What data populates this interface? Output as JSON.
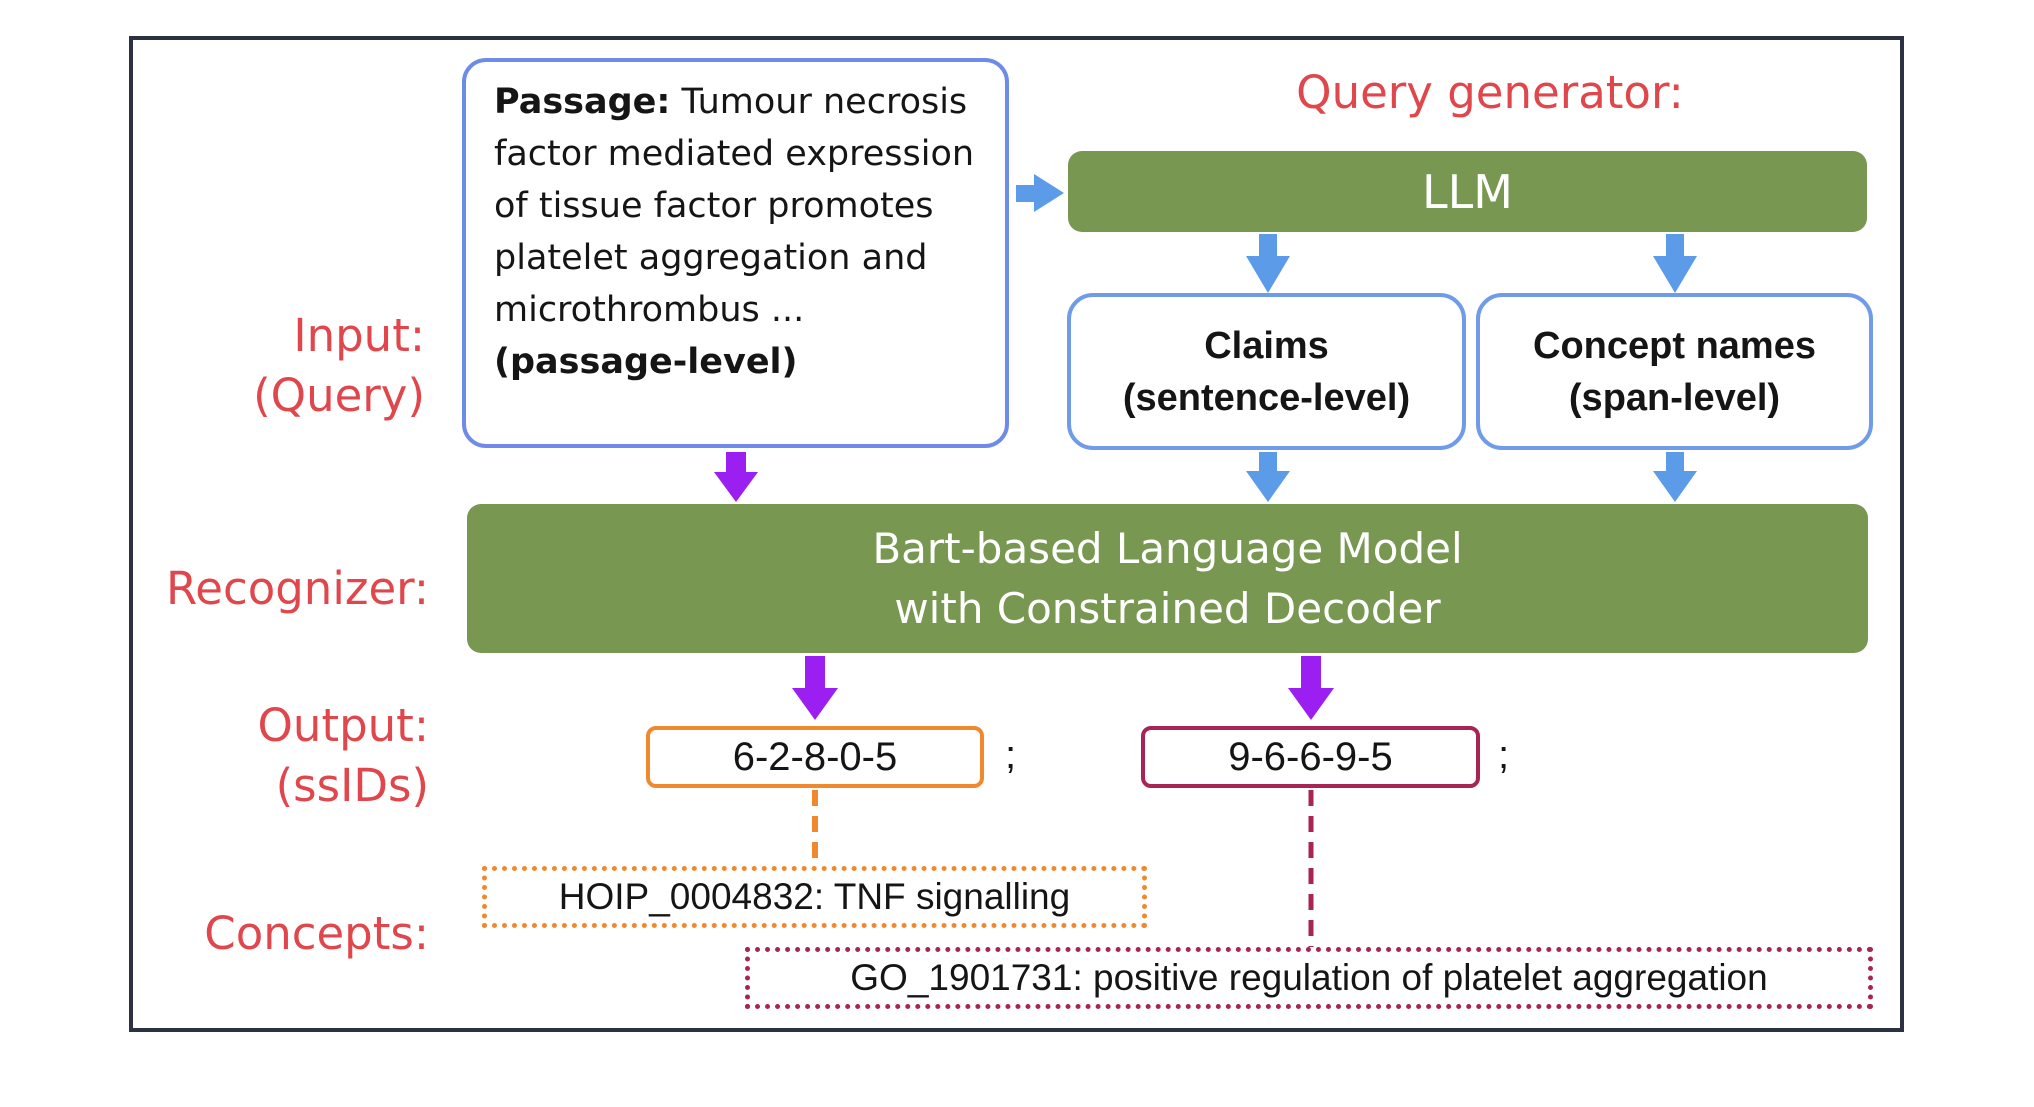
{
  "labels": {
    "input": "Input:",
    "input_sub": "(Query)",
    "recognizer": "Recognizer:",
    "output": "Output:",
    "output_sub": "(ssIDs)",
    "concepts": "Concepts:",
    "query_generator": "Query generator:"
  },
  "passage": {
    "heading": "Passage:",
    "text": " Tumour necrosis factor mediated expression of tissue factor promotes platelet aggregation and microthrombus ...",
    "level": "(passage-level)"
  },
  "llm": {
    "label": "LLM"
  },
  "claims": {
    "title": "Claims",
    "level": "(sentence-level)"
  },
  "concept_names": {
    "title": "Concept names",
    "level": "(span-level)"
  },
  "recognizer_model": {
    "line1": "Bart-based Language Model",
    "line2": "with Constrained Decoder"
  },
  "outputs": [
    {
      "ssid": "6-2-8-0-5",
      "separator": ";"
    },
    {
      "ssid": "9-6-6-9-5",
      "separator": ";"
    }
  ],
  "concept_entries": [
    {
      "text": "HOIP_0004832: TNF signalling"
    },
    {
      "text": "GO_1901731: positive regulation of platelet aggregation"
    }
  ],
  "colors": {
    "label_red": "#e0474c",
    "green": "#789750",
    "blue_arrow": "#5b9be8",
    "purple_arrow": "#9b1ff0",
    "orange": "#f0892e",
    "crimson": "#a82455",
    "frame": "#2c3144"
  }
}
